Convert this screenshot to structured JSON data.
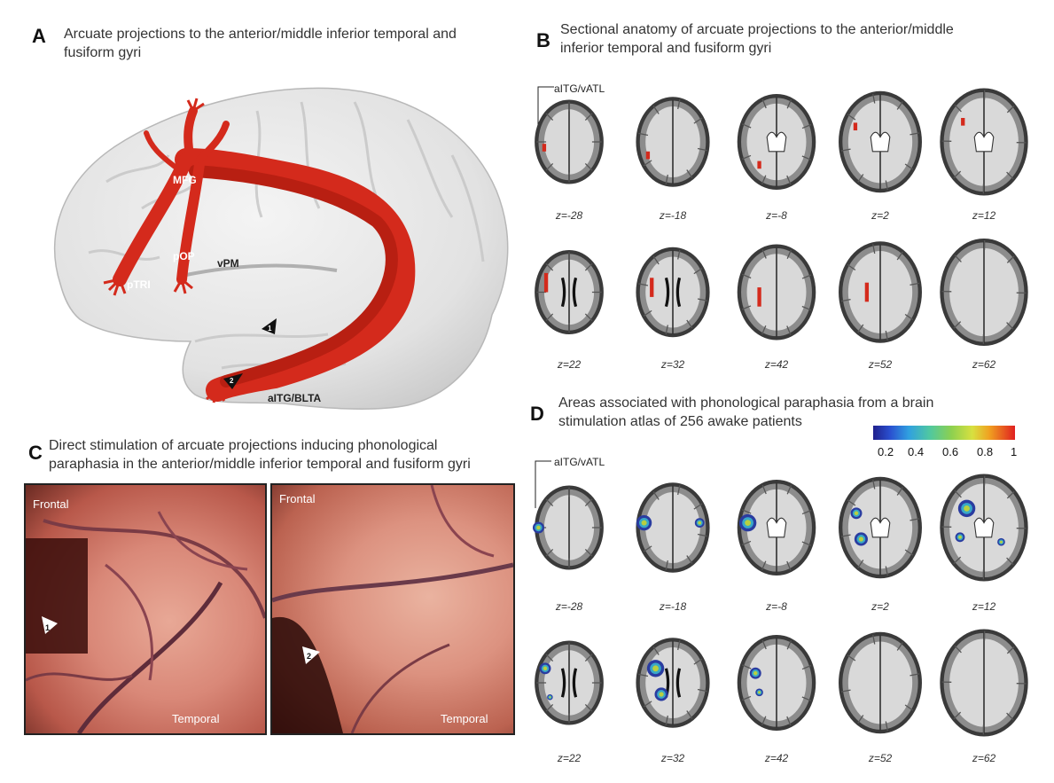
{
  "panel_a": {
    "letter": "A",
    "title_line1": "Arcuate projections to the anterior/middle inferior temporal and",
    "title_line2": "fusiform gyri",
    "labels": {
      "mfg": "MFG",
      "pop": "pOP",
      "vpm": "vPM",
      "ptri": "pTRI",
      "aitg": "aITG/BLTA",
      "marker1": "1",
      "marker2": "2"
    }
  },
  "panel_b": {
    "letter": "B",
    "title_line1": "Sectional anatomy of arcuate projections to the anterior/middle",
    "title_line2": "inferior temporal and fusiform gyri",
    "callout": "aITG/vATL",
    "row1_z": [
      "z=-28",
      "z=-18",
      "z=-8",
      "z=2",
      "z=12"
    ],
    "row2_z": [
      "z=22",
      "z=32",
      "z=42",
      "z=52",
      "z=62"
    ]
  },
  "panel_c": {
    "letter": "C",
    "title_line1": "Direct stimulation of arcuate projections inducing phonological",
    "title_line2": "paraphasia in the anterior/middle inferior temporal and fusiform gyri",
    "photo1": {
      "frontal": "Frontal",
      "temporal": "Temporal",
      "marker": "1"
    },
    "photo2": {
      "frontal": "Frontal",
      "temporal": "Temporal",
      "marker": "2"
    }
  },
  "panel_d": {
    "letter": "D",
    "title_line1": "Areas associated with phonological paraphasia from a brain",
    "title_line2": "stimulation atlas of 256 awake patients",
    "callout": "aITG/vATL",
    "colorbar_ticks": [
      "0.2",
      "0.4",
      "0.6",
      "0.8",
      "1"
    ],
    "row1_z": [
      "z=-28",
      "z=-18",
      "z=-8",
      "z=2",
      "z=12"
    ],
    "row2_z": [
      "z=22",
      "z=32",
      "z=42",
      "z=52",
      "z=62"
    ]
  },
  "colors": {
    "tract_red": "#d42a1c",
    "brain_gray": "#e6e6e6",
    "tissue_pink": "#d98a7a"
  }
}
